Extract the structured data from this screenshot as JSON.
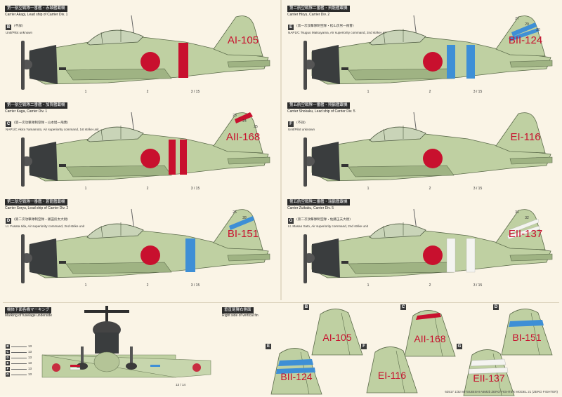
{
  "colors": {
    "airframe": "#bfd0a2",
    "airframe_dark": "#9fb383",
    "cowl": "#3a3d3e",
    "hinomaru": "#c8102e",
    "code_red": "#c8102e",
    "stripe_blue": "#3e8fd6",
    "stripe_white": "#f4f4f0",
    "header_bg": "#2b2b2b"
  },
  "panels": [
    {
      "letter": "B",
      "header": "第一航空戦隊一番艦・赤城艦載機",
      "subtitle": "Carrier Akagi, Lead ship of Carrier Div. 1",
      "unit_ja": "(不詳)",
      "unit_en": "Unit/Pilot unknown",
      "code": "AI-105",
      "code_color": "#c8102e",
      "band": "red",
      "callouts": [
        "1",
        "2",
        "3 / 15"
      ]
    },
    {
      "letter": "E",
      "header": "第二航空戦隊二番艦・飛龍艦載機",
      "subtitle": "Carrier Hiryu, Carrier Div. 2",
      "unit_ja": "(第一次攻撃隊制空隊・松山次男一飛曹)",
      "unit_en": "NAP1/C Tsuguo Matsuyama, Air superiority command, 2nd strike unit",
      "code": "BII-124",
      "code_color": "#c8102e",
      "band": "blue-double",
      "callouts": [
        "1",
        "2",
        "3 / 15",
        "27",
        "29",
        "30"
      ]
    },
    {
      "letter": "C",
      "header": "第一航空戦隊二番艦・加賀艦載機",
      "subtitle": "Carrier Kaga, Carrier Div. 1",
      "unit_ja": "(第一次攻撃隊制空隊・山本旭一飛曹)",
      "unit_en": "NAP1/C Akira Yamamoto, Air superiority command, 1st strike unit",
      "code": "AII-168",
      "code_color": "#c8102e",
      "band": "red-double",
      "callouts": [
        "1",
        "2",
        "3 / 15",
        "23",
        "24",
        "25"
      ]
    },
    {
      "letter": "F",
      "header": "第五航空戦隊一番艦・翔鶴艦載機",
      "subtitle": "Carrier Shokaku, Lead ship of Carrier Div. 5",
      "unit_ja": "(不詳)",
      "unit_en": "Unit/Pilot unknown",
      "code": "EI-116",
      "code_color": "#c8102e",
      "band": "none",
      "callouts": [
        "1",
        "2",
        "3 / 15"
      ]
    },
    {
      "letter": "D",
      "header": "第二航空戦隊一番艦・蒼龍艦載機",
      "subtitle": "Carrier Soryu, Lead ship of Carrier Div. 2",
      "unit_ja": "(第二次攻撃隊制空隊・飯田房太大尉)",
      "unit_en": "Lt. Fusata Iida, Air superiority command, 2nd strike unit",
      "code": "BI-151",
      "code_color": "#c8102e",
      "band": "blue",
      "callouts": [
        "1",
        "2",
        "3 / 15",
        "26",
        "28"
      ]
    },
    {
      "letter": "G",
      "header": "第五航空戦隊二番艦・瑞鶴艦載機",
      "subtitle": "Carrier Zuikaku, Carrier Div. 5",
      "unit_ja": "(第二次攻撃隊制空隊・佐藤正夫大尉)",
      "unit_en": "Lt. Masao Sato, Air superiority command, 2nd strike unit",
      "code": "EII-137",
      "code_color": "#c8102e",
      "band": "white-double",
      "callouts": [
        "1",
        "2",
        "3 / 15",
        "31",
        "32"
      ]
    }
  ],
  "underside": {
    "header": "機体下面各機マーキング",
    "subtitle": "Marking of fuselage underside",
    "items": [
      "B",
      "C",
      "D",
      "E",
      "F",
      "G"
    ],
    "callout_main": "13",
    "callout_right": "13 / 14"
  },
  "tails": {
    "header": "垂直尾翼右側面",
    "subtitle": "Right side of vertical fin",
    "items": [
      {
        "letter": "B",
        "code": "AI-105"
      },
      {
        "letter": "C",
        "code": "AII-168"
      },
      {
        "letter": "D",
        "code": "BI-151"
      },
      {
        "letter": "E",
        "code": "BII-124"
      },
      {
        "letter": "F",
        "code": "EI-116"
      },
      {
        "letter": "G",
        "code": "EII-137"
      }
    ]
  },
  "footer": "63517 1/32 MITSUBISHI A6M2b ZERO FIGHTER MODEL 21 (ZERO FIGHTER)"
}
